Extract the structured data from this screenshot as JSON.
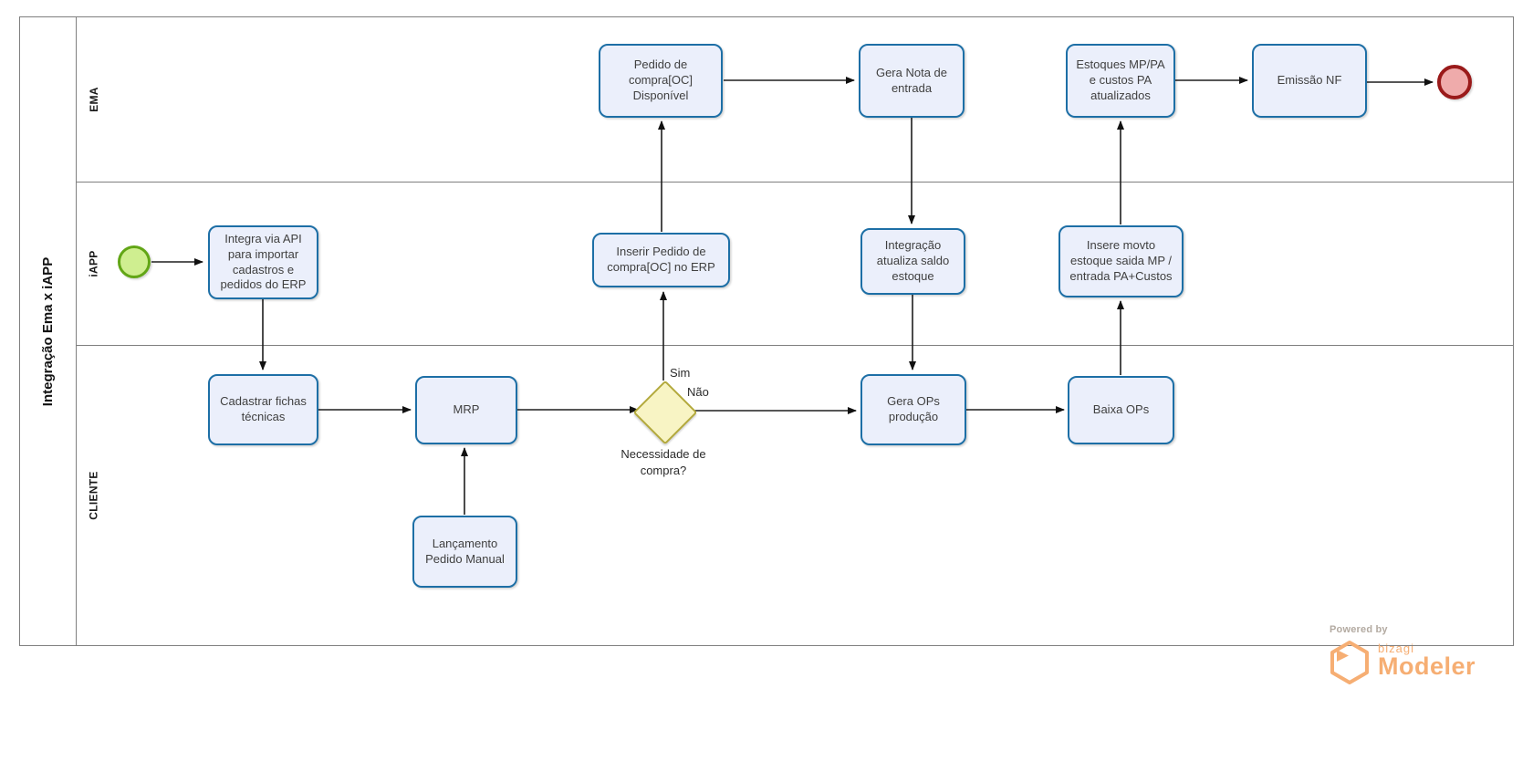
{
  "pool": {
    "title": "Integração Ema x iAPP"
  },
  "lanes": [
    {
      "label": "EMA"
    },
    {
      "label": "iAPP"
    },
    {
      "label": "CLIENTE"
    }
  ],
  "tasks": {
    "pedido_disponivel": {
      "label": "Pedido de compra[OC] Disponível",
      "lane": "EMA"
    },
    "gera_nota": {
      "label": "Gera Nota de entrada",
      "lane": "EMA"
    },
    "estoques": {
      "label": "Estoques MP/PA e custos PA atualizados",
      "lane": "EMA"
    },
    "emissao_nf": {
      "label": "Emissão NF",
      "lane": "EMA"
    },
    "integra_api": {
      "label": "Integra via API para importar cadastros e pedidos do ERP",
      "lane": "iAPP"
    },
    "inserir_pedido": {
      "label": "Inserir Pedido de compra[OC] no ERP",
      "lane": "iAPP"
    },
    "integracao_saldo": {
      "label": "Integração atualiza saldo estoque",
      "lane": "iAPP"
    },
    "insere_movto": {
      "label": "Insere movto estoque saida MP / entrada PA+Custos",
      "lane": "iAPP"
    },
    "cadastrar_fichas": {
      "label": "Cadastrar fichas técnicas",
      "lane": "CLIENTE"
    },
    "mrp": {
      "label": "MRP",
      "lane": "CLIENTE"
    },
    "gera_ops": {
      "label": "Gera OPs produção",
      "lane": "CLIENTE"
    },
    "baixa_ops": {
      "label": "Baixa OPs",
      "lane": "CLIENTE"
    },
    "lancamento_manual": {
      "label": "Lançamento Pedido Manual",
      "lane": "CLIENTE"
    }
  },
  "events": {
    "start": {
      "type": "start",
      "lane": "iAPP"
    },
    "end": {
      "type": "end",
      "lane": "EMA"
    }
  },
  "gateway": {
    "question": "Necessidade de compra?",
    "yes_label": "Sim",
    "no_label": "Não",
    "lane": "CLIENTE"
  },
  "flows": [
    {
      "from": "start",
      "to": "integra_api"
    },
    {
      "from": "integra_api",
      "to": "cadastrar_fichas"
    },
    {
      "from": "cadastrar_fichas",
      "to": "mrp"
    },
    {
      "from": "lancamento_manual",
      "to": "mrp"
    },
    {
      "from": "mrp",
      "to": "gateway"
    },
    {
      "from": "gateway",
      "to": "inserir_pedido",
      "label": "Sim"
    },
    {
      "from": "gateway",
      "to": "gera_ops",
      "label": "Não"
    },
    {
      "from": "inserir_pedido",
      "to": "pedido_disponivel"
    },
    {
      "from": "pedido_disponivel",
      "to": "gera_nota"
    },
    {
      "from": "gera_nota",
      "to": "integracao_saldo"
    },
    {
      "from": "integracao_saldo",
      "to": "gera_ops"
    },
    {
      "from": "gera_ops",
      "to": "baixa_ops"
    },
    {
      "from": "baixa_ops",
      "to": "insere_movto"
    },
    {
      "from": "insere_movto",
      "to": "estoques"
    },
    {
      "from": "estoques",
      "to": "emissao_nf"
    },
    {
      "from": "emissao_nf",
      "to": "end"
    }
  ],
  "branding": {
    "powered_by": "Powered by",
    "brand": "bizagi",
    "product": "Modeler"
  },
  "colors": {
    "taskFill": "#ebeffb",
    "taskBorder": "#1d6fa6",
    "startFill": "#cfee90",
    "startBorder": "#62a616",
    "endFill": "#efabab",
    "endBorder": "#9a1a1a",
    "gwFill": "#f8f4c4",
    "gwBorder": "#b3a93c",
    "laneBorder": "#7f7f7f",
    "logoOrange": "#f6ae73"
  }
}
